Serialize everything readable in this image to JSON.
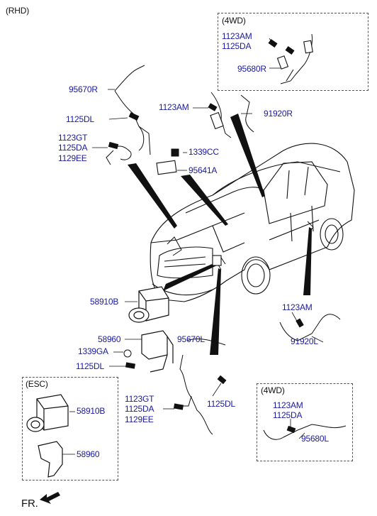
{
  "drive_side": "(RHD)",
  "front_marker": "FR.",
  "colors": {
    "part_label": "#1a1aa0",
    "outline": "#111111",
    "background": "#ffffff"
  },
  "boxes": {
    "rear_4wd": {
      "title": "(4WD)",
      "labels": [
        "1123AM",
        "1125DA",
        "95680R"
      ]
    },
    "front_4wd": {
      "title": "(4WD)",
      "labels": [
        "1123AM",
        "1125DA",
        "95680L"
      ]
    },
    "esc": {
      "title": "(ESC)",
      "labels": [
        "58910B",
        "58960"
      ]
    }
  },
  "callouts": {
    "l95670R": "95670R",
    "l1125DL_top": "1125DL",
    "l1123GT_top": "1123GT",
    "l1125DA_top": "1125DA",
    "l1129EE_top": "1129EE",
    "l1123AM_mid": "1123AM",
    "l91920R": "91920R",
    "l1339CC": "1339CC",
    "l95641A": "95641A",
    "l58910B": "58910B",
    "l1123AM_right": "1123AM",
    "l91920L": "91920L",
    "l58960": "58960",
    "l95670L": "95670L",
    "l1339GA": "1339GA",
    "l1125DL_mid": "1125DL",
    "l1123GT_bot": "1123GT",
    "l1125DA_bot": "1125DA",
    "l1129EE_bot": "1129EE",
    "l1125DL_bot": "1125DL"
  }
}
